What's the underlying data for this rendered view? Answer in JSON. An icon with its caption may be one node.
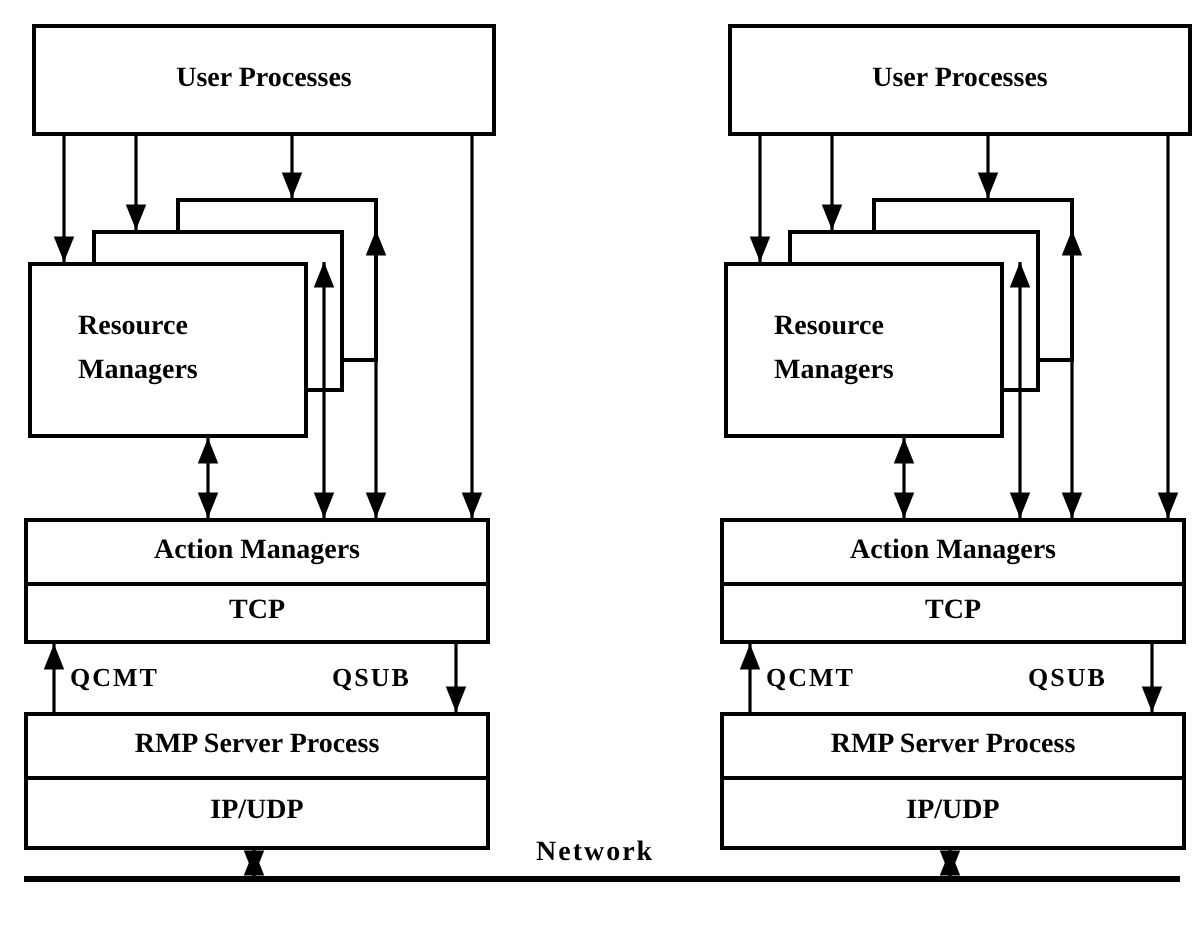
{
  "diagram": {
    "nodes": [
      {
        "text": [
          "User Processes"
        ]
      },
      {
        "text": [],
        "shape": "box"
      },
      {
        "text": [],
        "shape": "box"
      },
      {
        "text": [
          "Resource Managers"
        ]
      },
      {
        "text": [
          "Action Managers"
        ]
      },
      {
        "text": [
          "TCP"
        ]
      },
      {
        "text": [
          "RMP Server Process"
        ]
      },
      {
        "text": [
          "IP/UDP"
        ]
      },
      {
        "text": [
          "User Processes"
        ]
      },
      {
        "text": [],
        "shape": "box"
      },
      {
        "text": [],
        "shape": "box"
      },
      {
        "text": [
          "Resource Managers"
        ]
      },
      {
        "text": [
          "Action Managers"
        ]
      },
      {
        "text": [
          "TCP"
        ]
      },
      {
        "text": [
          "RMP Server Process"
        ]
      },
      {
        "text": [
          "IP/UDP"
        ]
      },
      {
        "text": [
          "Network"
        ]
      }
    ],
    "edges": [
      {
        "from": 0,
        "to": 3,
        "arrow": "to"
      },
      {
        "from": 0,
        "to": 2,
        "arrow": "to"
      },
      {
        "from": 0,
        "to": 1,
        "arrow": "to"
      },
      {
        "from": 0,
        "to": 4,
        "arrow": "to"
      },
      {
        "from": 3,
        "to": 4,
        "arrow": "both"
      },
      {
        "from": 2,
        "to": 4,
        "arrow": "both"
      },
      {
        "from": 1,
        "to": 4,
        "arrow": "both"
      },
      {
        "from": 6,
        "to": 5,
        "arrow": "to",
        "label": "QCMT"
      },
      {
        "from": 5,
        "to": 6,
        "arrow": "to",
        "label": "QSUB"
      },
      {
        "from": 7,
        "to": 16,
        "arrow": "both"
      },
      {
        "from": 8,
        "to": 11,
        "arrow": "to"
      },
      {
        "from": 8,
        "to": 10,
        "arrow": "to"
      },
      {
        "from": 8,
        "to": 9,
        "arrow": "to"
      },
      {
        "from": 8,
        "to": 12,
        "arrow": "to"
      },
      {
        "from": 11,
        "to": 12,
        "arrow": "both"
      },
      {
        "from": 10,
        "to": 12,
        "arrow": "both"
      },
      {
        "from": 9,
        "to": 12,
        "arrow": "both"
      },
      {
        "from": 14,
        "to": 13,
        "arrow": "to",
        "label": "QCMT"
      },
      {
        "from": 13,
        "to": 14,
        "arrow": "to",
        "label": "QSUB"
      },
      {
        "from": 15,
        "to": 16,
        "arrow": "both"
      }
    ]
  }
}
